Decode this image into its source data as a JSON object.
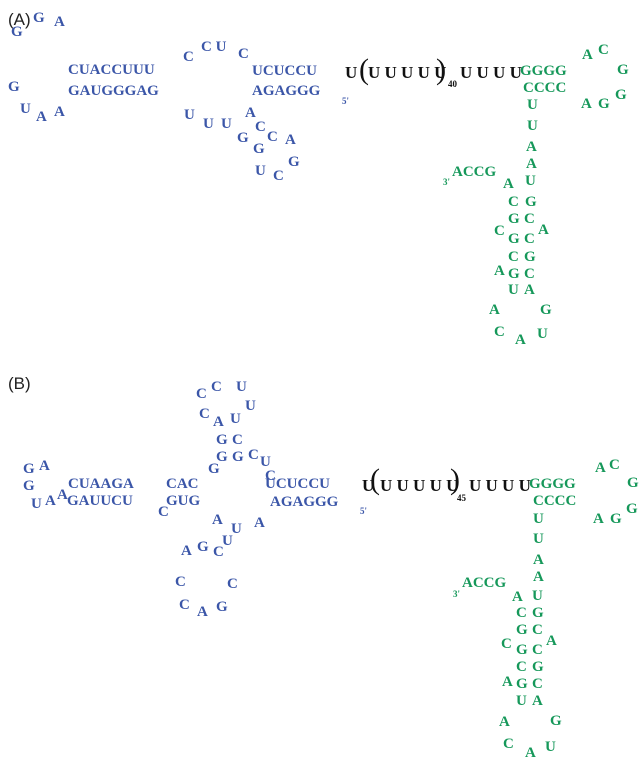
{
  "panels": [
    {
      "label": "(A)",
      "blue": [
        [
          "G",
          33,
          11
        ],
        [
          "A",
          54,
          15
        ],
        [
          "G",
          11,
          25
        ],
        [
          "CUACCUUU",
          68,
          63
        ],
        [
          "C",
          183,
          50
        ],
        [
          "C U",
          201,
          40
        ],
        [
          "C",
          238,
          47
        ],
        [
          "UCUCCU",
          252,
          64
        ],
        [
          "G",
          8,
          80
        ],
        [
          "GAUGGGAG",
          68,
          84
        ],
        [
          "AGAGGG",
          252,
          84
        ],
        [
          "5'",
          342,
          97
        ],
        [
          "U",
          20,
          102
        ],
        [
          "A",
          36,
          110
        ],
        [
          "A",
          54,
          105
        ],
        [
          "U",
          184,
          108
        ],
        [
          "U",
          203,
          117
        ],
        [
          "U",
          221,
          117
        ],
        [
          "A",
          245,
          106
        ],
        [
          "C",
          255,
          120
        ],
        [
          "G",
          237,
          131
        ],
        [
          "C",
          267,
          130
        ],
        [
          "A",
          285,
          133
        ],
        [
          "G",
          253,
          142
        ],
        [
          "G",
          288,
          155
        ],
        [
          "U",
          255,
          164
        ],
        [
          "C",
          273,
          169
        ]
      ],
      "black": [
        [
          "U",
          345,
          64
        ],
        [
          "(",
          359,
          55
        ],
        [
          "U U U U U",
          368,
          64
        ],
        [
          ")",
          436,
          55
        ],
        [
          "40",
          448,
          80
        ],
        [
          "U U U U",
          460,
          64
        ]
      ],
      "green": [
        [
          "GGGG",
          520,
          64
        ],
        [
          "A",
          582,
          48
        ],
        [
          "C",
          598,
          43
        ],
        [
          "G",
          617,
          63
        ],
        [
          "CCCC",
          523,
          81
        ],
        [
          "A",
          581,
          97
        ],
        [
          "G",
          598,
          97
        ],
        [
          "G",
          615,
          88
        ],
        [
          "U",
          527,
          98
        ],
        [
          "U",
          527,
          119
        ],
        [
          "A",
          526,
          140
        ],
        [
          "A",
          526,
          157
        ],
        [
          "3'",
          443,
          178
        ],
        [
          "ACCG",
          452,
          165
        ],
        [
          "A",
          503,
          177
        ],
        [
          "U",
          525,
          174
        ],
        [
          "C",
          508,
          195
        ],
        [
          "G",
          525,
          195
        ],
        [
          "C",
          494,
          224
        ],
        [
          "G",
          508,
          212
        ],
        [
          "C",
          524,
          212
        ],
        [
          "A",
          538,
          223
        ],
        [
          "G",
          508,
          232
        ],
        [
          "C",
          524,
          232
        ],
        [
          "A",
          494,
          264
        ],
        [
          "C",
          508,
          250
        ],
        [
          "G",
          524,
          250
        ],
        [
          "G",
          508,
          267
        ],
        [
          "C",
          524,
          267
        ],
        [
          "U",
          508,
          283
        ],
        [
          "A",
          524,
          283
        ],
        [
          "A",
          489,
          303
        ],
        [
          "G",
          540,
          303
        ],
        [
          "C",
          494,
          325
        ],
        [
          "A",
          515,
          333
        ],
        [
          "U",
          537,
          327
        ]
      ]
    },
    {
      "label": "(B)",
      "blue": [
        [
          "C",
          196,
          387
        ],
        [
          "C",
          211,
          380
        ],
        [
          "U",
          236,
          380
        ],
        [
          "U",
          245,
          399
        ],
        [
          "C",
          199,
          407
        ],
        [
          "A",
          213,
          415
        ],
        [
          "U",
          230,
          412
        ],
        [
          "G",
          216,
          433
        ],
        [
          "C",
          232,
          433
        ],
        [
          "G",
          216,
          450
        ],
        [
          "G",
          232,
          450
        ],
        [
          "C",
          248,
          448
        ],
        [
          "U",
          260,
          455
        ],
        [
          "G",
          23,
          462
        ],
        [
          "A",
          39,
          459
        ],
        [
          "G",
          208,
          462
        ],
        [
          "CUAAGA",
          68,
          477
        ],
        [
          "CAC",
          166,
          477
        ],
        [
          "C",
          265,
          469
        ],
        [
          "UCUCCU",
          265,
          477
        ],
        [
          "G",
          23,
          479
        ],
        [
          "GAUUCU",
          67,
          494
        ],
        [
          "C",
          158,
          505
        ],
        [
          "GUG",
          166,
          494
        ],
        [
          "AGAGGG",
          270,
          495
        ],
        [
          "5'",
          360,
          507
        ],
        [
          "U",
          31,
          497
        ],
        [
          "A",
          45,
          494
        ],
        [
          "A",
          57,
          488
        ],
        [
          "A",
          212,
          513
        ],
        [
          "U",
          231,
          522
        ],
        [
          "A",
          254,
          516
        ],
        [
          "U",
          222,
          534
        ],
        [
          "A",
          181,
          544
        ],
        [
          "G",
          197,
          540
        ],
        [
          "C",
          213,
          545
        ],
        [
          "C",
          175,
          575
        ],
        [
          "C",
          227,
          577
        ],
        [
          "C",
          179,
          598
        ],
        [
          "A",
          197,
          605
        ],
        [
          "G",
          216,
          600
        ]
      ],
      "black": [
        [
          "U",
          362,
          477
        ],
        [
          "(",
          370,
          465
        ],
        [
          "U U U U U",
          380,
          477
        ],
        [
          ")",
          450,
          465
        ],
        [
          "45",
          457,
          494
        ],
        [
          "U U U U",
          469,
          477
        ]
      ],
      "green": [
        [
          "GGGG",
          529,
          477
        ],
        [
          "A",
          595,
          461
        ],
        [
          "C",
          609,
          458
        ],
        [
          "G",
          627,
          476
        ],
        [
          "CCCC",
          533,
          494
        ],
        [
          "A",
          593,
          512
        ],
        [
          "G",
          610,
          512
        ],
        [
          "G",
          626,
          502
        ],
        [
          "U",
          533,
          512
        ],
        [
          "U",
          533,
          532
        ],
        [
          "A",
          533,
          553
        ],
        [
          "A",
          533,
          570
        ],
        [
          "3'",
          453,
          590
        ],
        [
          "ACCG",
          462,
          576
        ],
        [
          "A",
          512,
          590
        ],
        [
          "U",
          532,
          589
        ],
        [
          "C",
          516,
          606
        ],
        [
          "G",
          532,
          606
        ],
        [
          "C",
          501,
          637
        ],
        [
          "G",
          516,
          623
        ],
        [
          "C",
          532,
          623
        ],
        [
          "A",
          546,
          634
        ],
        [
          "G",
          516,
          643
        ],
        [
          "C",
          532,
          643
        ],
        [
          "A",
          502,
          675
        ],
        [
          "C",
          516,
          660
        ],
        [
          "G",
          532,
          660
        ],
        [
          "G",
          516,
          677
        ],
        [
          "C",
          532,
          677
        ],
        [
          "U",
          516,
          694
        ],
        [
          "A",
          532,
          694
        ],
        [
          "A",
          499,
          715
        ],
        [
          "G",
          550,
          714
        ],
        [
          "C",
          503,
          737
        ],
        [
          "A",
          525,
          746
        ],
        [
          "U",
          545,
          740
        ]
      ]
    }
  ]
}
